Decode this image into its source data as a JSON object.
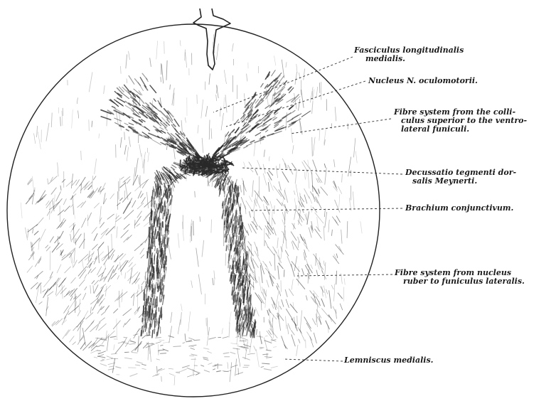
{
  "figure": {
    "ink_color": "#1b1b1b",
    "background_color": "#ffffff",
    "labels": {
      "fasciculus": [
        "Fasciculus longitudinalis",
        "medialis."
      ],
      "nucleus": [
        "Nucleus N. oculomotorii."
      ],
      "fibre_colliculus": [
        "Fibre system from the colli-",
        "culus superior to the ventro-",
        "lateral funiculi."
      ],
      "decussatio": [
        "Decussatio tegmenti dor-",
        "salis Meynerti."
      ],
      "brachium": [
        "Brachium conjunctivum."
      ],
      "fibre_nucleus": [
        "Fibre system from nucleus",
        "ruber to funiculus lateralis."
      ],
      "lemniscus": [
        "Lemniscus medialis."
      ]
    }
  }
}
